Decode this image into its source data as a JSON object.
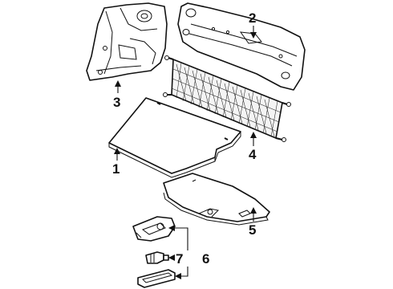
{
  "parts": [
    {
      "id": "rear-finish-panel",
      "callout": "2"
    },
    {
      "id": "quarter-trim-panel",
      "callout": "3"
    },
    {
      "id": "cargo-net",
      "callout": "4"
    },
    {
      "id": "trunk-floor-mat",
      "callout": "1"
    },
    {
      "id": "spare-tire-cover",
      "callout": "5"
    },
    {
      "id": "compartment-lamp-group",
      "callout": "6"
    },
    {
      "id": "lamp-bulb",
      "callout": "7"
    }
  ]
}
